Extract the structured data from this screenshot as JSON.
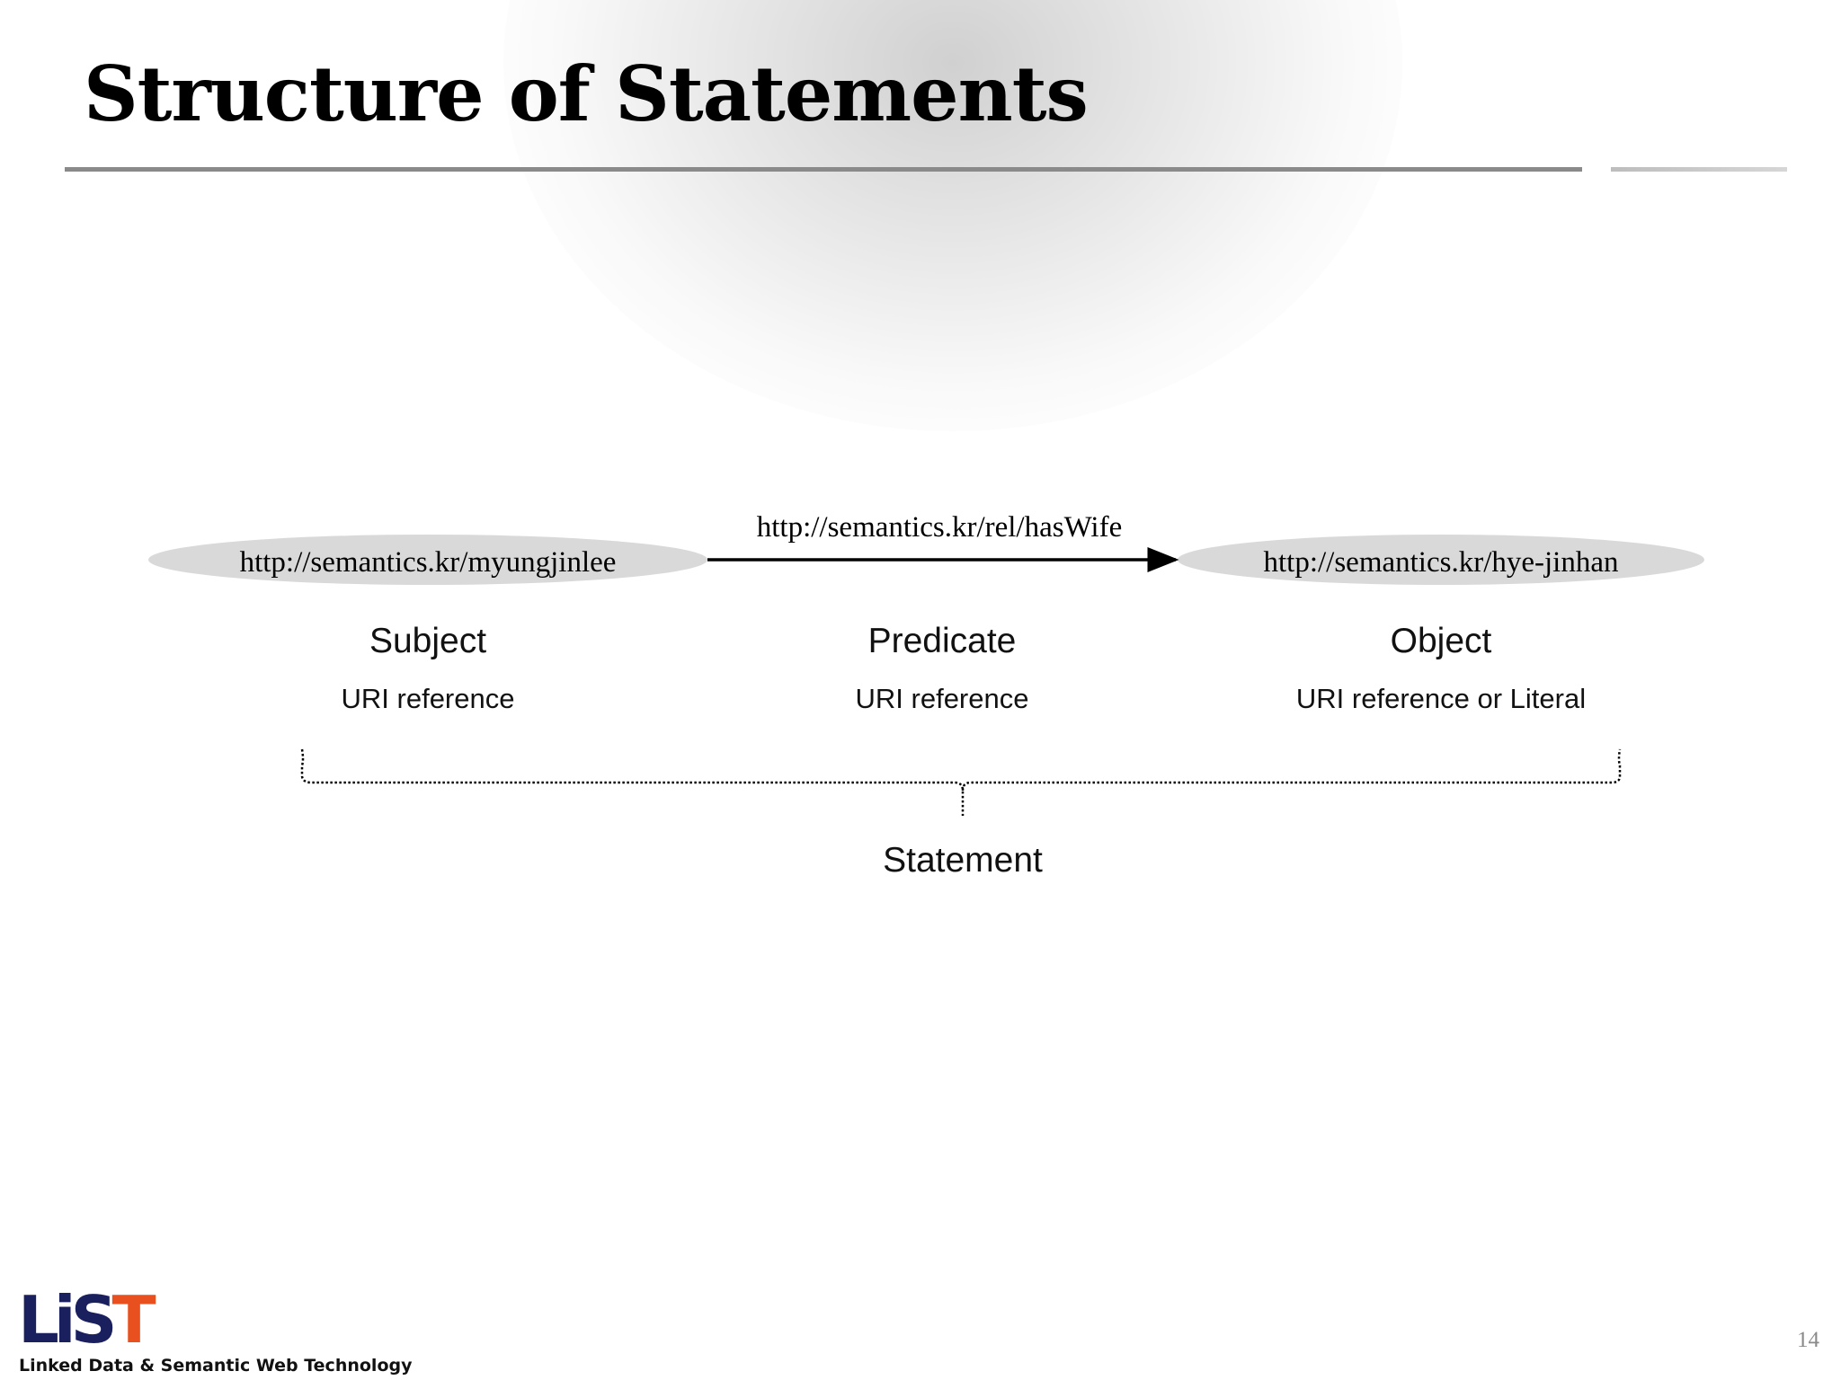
{
  "slide": {
    "title": "Structure of Statements",
    "page_number": "14"
  },
  "diagram": {
    "subject_uri": "http://semantics.kr/myungjinlee",
    "predicate_uri": "http://semantics.kr/rel/hasWife",
    "object_uri": "http://semantics.kr/hye-jinhan",
    "subject_label": "Subject",
    "subject_type": "URI reference",
    "predicate_label": "Predicate",
    "predicate_type": "URI reference",
    "object_label": "Object",
    "object_type": "URI reference or Literal",
    "statement_label": "Statement"
  },
  "footer": {
    "logo_text": "LiST",
    "text": "Linked Data & Semantic Web Technology"
  },
  "colors": {
    "node_fill": "#d9d9d9",
    "logo_navy": "#1a1f5e",
    "logo_orange": "#e8501f",
    "rule": "#8a8a8a"
  }
}
